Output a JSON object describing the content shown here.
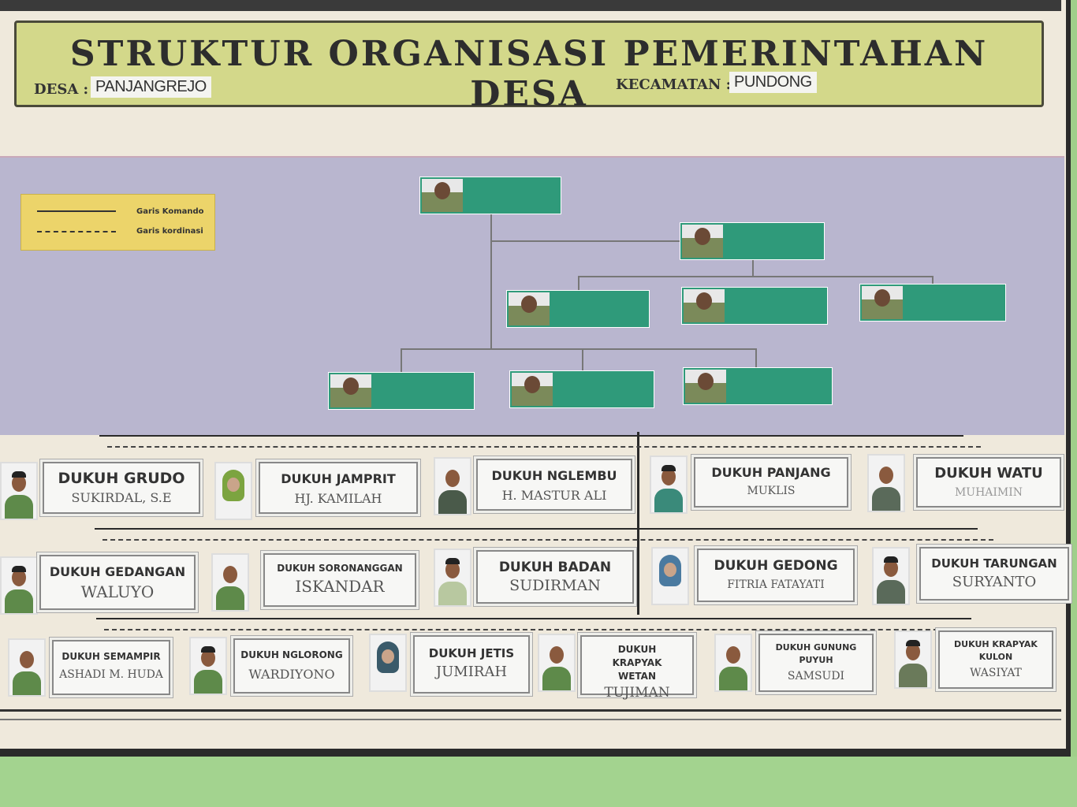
{
  "header": {
    "title": "STRUKTUR ORGANISASI PEMERINTAHAN DESA",
    "desa_label": "DESA :",
    "desa_value": "PANJANGREJO",
    "kecamatan_label": "KECAMATAN :",
    "kecamatan_value": "PUNDONG"
  },
  "legend": {
    "komando": "Garis Komando",
    "kordinasi": "Garis kordinasi"
  },
  "dukuh_rows": [
    [
      {
        "title": "DUKUH GRUDO",
        "name": "SUKIRDAL, S.E"
      },
      {
        "title": "DUKUH JAMPRIT",
        "name": "HJ. KAMILAH"
      },
      {
        "title": "DUKUH NGLEMBU",
        "name": "H. MASTUR ALI"
      },
      {
        "title": "DUKUH PANJANG",
        "name": "MUKLIS"
      },
      {
        "title": "DUKUH WATU",
        "name": "MUHAIMIN"
      }
    ],
    [
      {
        "title": "DUKUH GEDANGAN",
        "name": "WALUYO"
      },
      {
        "title": "DUKUH SORONANGGAN",
        "name": "ISKANDAR"
      },
      {
        "title": "DUKUH BADAN",
        "name": "SUDIRMAN"
      },
      {
        "title": "DUKUH GEDONG",
        "name": "FITRIA FATAYATI"
      },
      {
        "title": "DUKUH TARUNGAN",
        "name": "SURYANTO"
      }
    ],
    [
      {
        "title": "DUKUH SEMAMPIR",
        "name": "ASHADI M. HUDA"
      },
      {
        "title": "DUKUH NGLORONG",
        "name": "WARDIYONO"
      },
      {
        "title": "DUKUH JETIS",
        "name": "JUMIRAH"
      },
      {
        "title": "DUKUH KRAPYAK WETAN",
        "name": "TUJIMAN"
      },
      {
        "title": "DUKUH GUNUNG PUYUH",
        "name": "SAMSUDI"
      },
      {
        "title": "DUKUH KRAPYAK KULON",
        "name": "WASIYAT"
      }
    ]
  ]
}
